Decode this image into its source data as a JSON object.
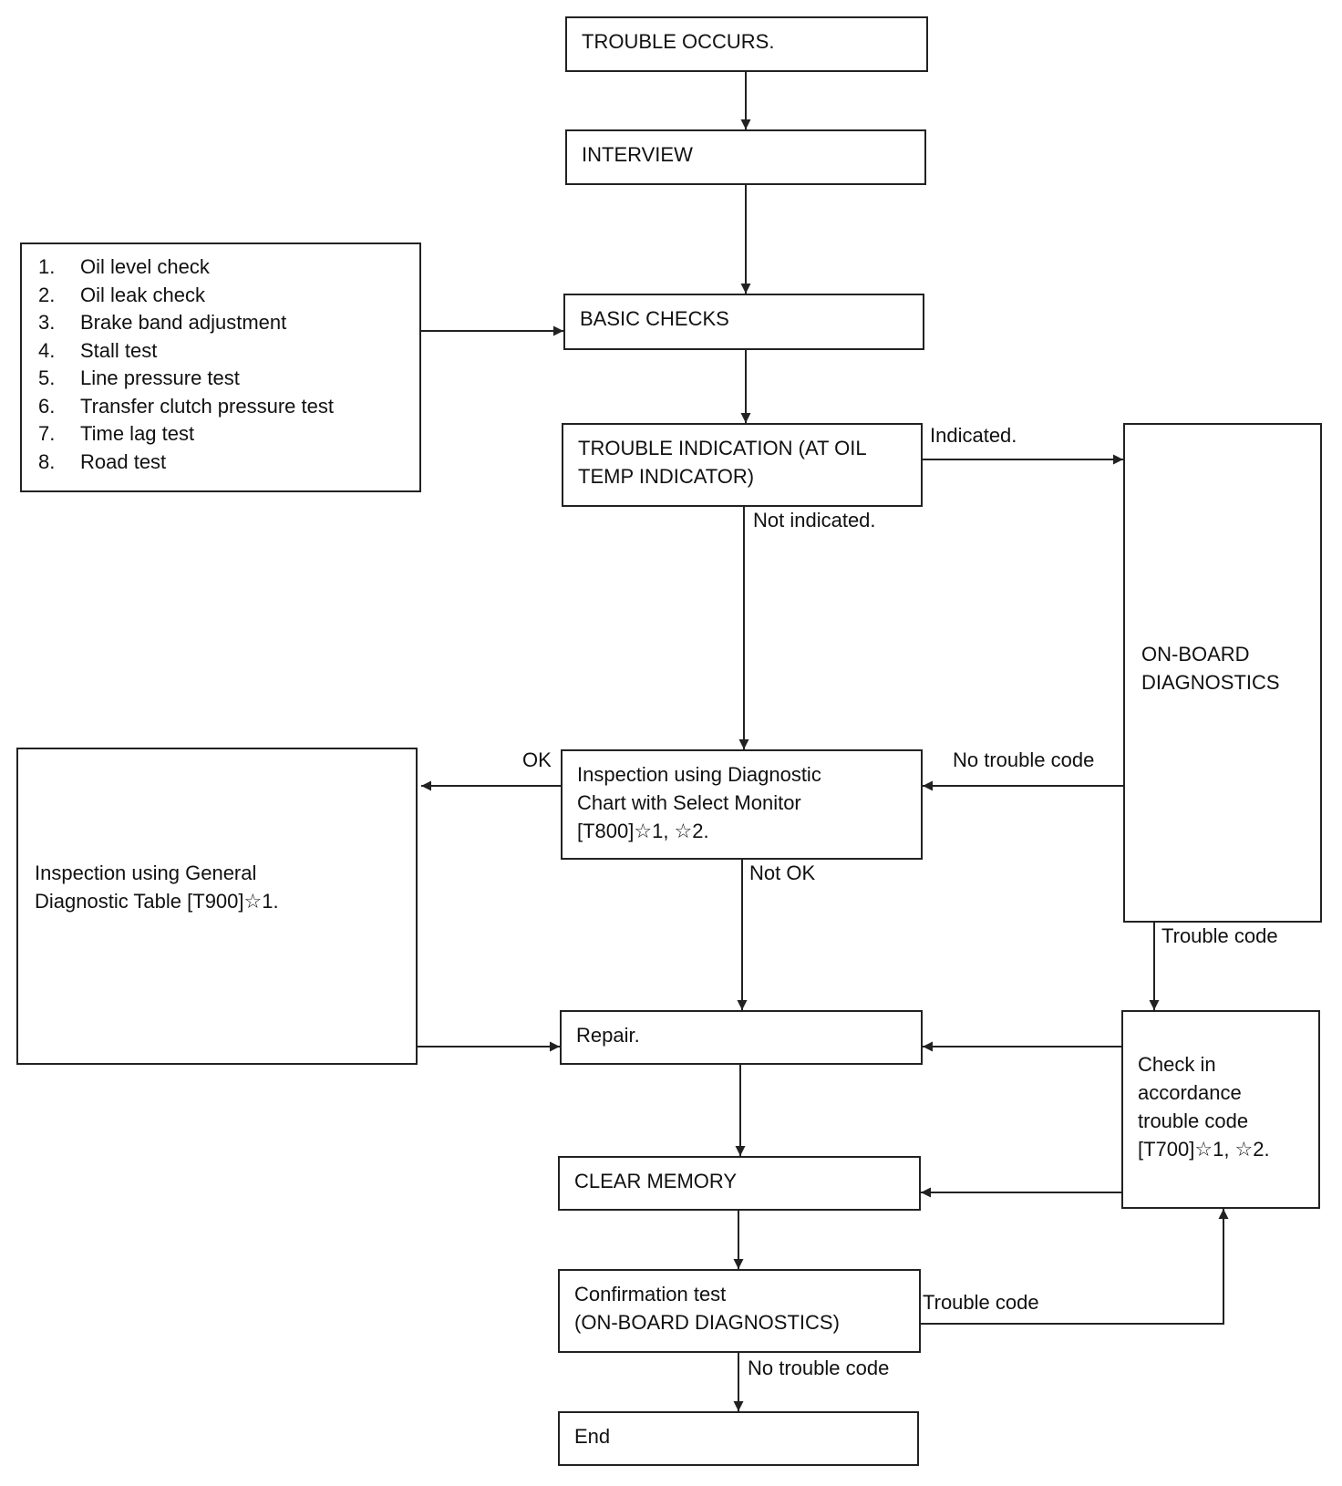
{
  "nodes": {
    "trouble_occurs": {
      "lines": [
        "TROUBLE OCCURS."
      ]
    },
    "interview": {
      "lines": [
        "INTERVIEW"
      ]
    },
    "basic_checks": {
      "lines": [
        "BASIC CHECKS"
      ]
    },
    "trouble_indication": {
      "lines": [
        "TROUBLE INDICATION (AT OIL",
        "TEMP INDICATOR)"
      ]
    },
    "on_board_diagnostics": {
      "lines": [
        "ON-BOARD",
        "DIAGNOSTICS"
      ]
    },
    "inspection_select_monitor": {
      "lines": [
        "Inspection using Diagnostic",
        "Chart with Select Monitor",
        "[T800]☆1, ☆2."
      ]
    },
    "inspection_general_table": {
      "lines": [
        "Inspection using General",
        "Diagnostic Table [T900]☆1."
      ]
    },
    "repair": {
      "lines": [
        "Repair."
      ]
    },
    "check_trouble_code": {
      "lines": [
        "Check in",
        "accordance",
        "trouble code",
        "[T700]☆1, ☆2."
      ]
    },
    "clear_memory": {
      "lines": [
        "CLEAR MEMORY"
      ]
    },
    "confirmation_test": {
      "lines": [
        "Confirmation test",
        "(ON-BOARD DIAGNOSTICS)"
      ]
    },
    "end": {
      "lines": [
        "End"
      ]
    }
  },
  "basic_checks_list": [
    {
      "num": "1.",
      "text": "Oil level check"
    },
    {
      "num": "2.",
      "text": "Oil leak check"
    },
    {
      "num": "3.",
      "text": "Brake band adjustment"
    },
    {
      "num": "4.",
      "text": "Stall test"
    },
    {
      "num": "5.",
      "text": "Line pressure test"
    },
    {
      "num": "6.",
      "text": "Transfer clutch pressure test"
    },
    {
      "num": "7.",
      "text": "Time lag test"
    },
    {
      "num": "8.",
      "text": "Road test"
    }
  ],
  "edge_labels": {
    "indicated": "Indicated.",
    "not_indicated": "Not indicated.",
    "ok": "OK",
    "no_trouble_code_obd": "No trouble code",
    "not_ok": "Not OK",
    "trouble_code_obd": "Trouble code",
    "trouble_code_confirm": "Trouble code",
    "no_trouble_code_confirm": "No trouble code"
  },
  "colors": {
    "line": "#222222",
    "text": "#111111",
    "background": "#ffffff"
  }
}
